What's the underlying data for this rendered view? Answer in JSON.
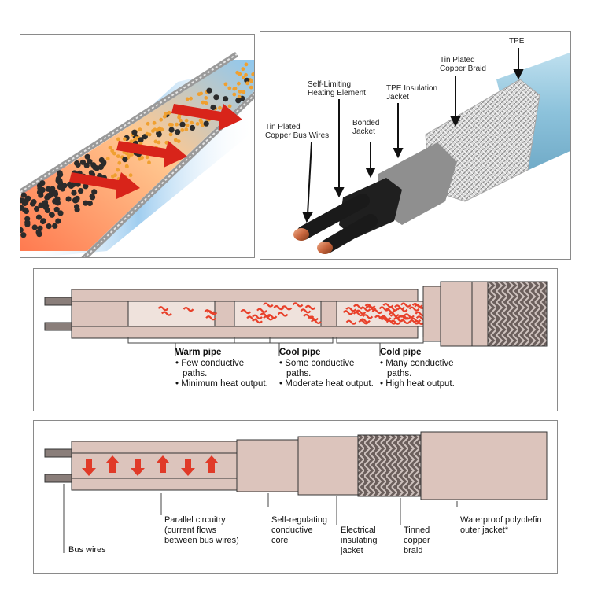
{
  "panel_b": {
    "labels": {
      "tpe": "TPE",
      "tin_braid": "Tin Plated\nCopper Braid",
      "tpe_insulation": "TPE Insulation\nJacket",
      "self_limiting": "Self-Limiting\nHeating Element",
      "bonded": "Bonded\nJacket",
      "bus_wires": "Tin Plated\nCopper Bus Wires"
    }
  },
  "panel_c": {
    "warm": {
      "title": "Warm pipe",
      "b1": "Few conductive paths.",
      "b2": "Minimum heat output."
    },
    "cool": {
      "title": "Cool pipe",
      "b1": "Some conductive paths.",
      "b2": "Moderate heat output."
    },
    "cold": {
      "title": "Cold pipe",
      "b1": "Many conductive paths.",
      "b2": "High heat output."
    }
  },
  "panel_d": {
    "bus_wires": "Bus wires",
    "parallel": "Parallel circuitry (current flows between bus wires)",
    "core": "Self-regulating conductive core",
    "jacket": "Electrical insulating jacket",
    "braid": "Tinned copper braid",
    "outer": "Waterproof polyolefin outer jacket*"
  },
  "colors": {
    "cable_pink": "#dcc4bc",
    "conductor_red": "#e8402a",
    "braid_gray": "#6b5f5c",
    "cable_blue": "#8fc3dc"
  }
}
